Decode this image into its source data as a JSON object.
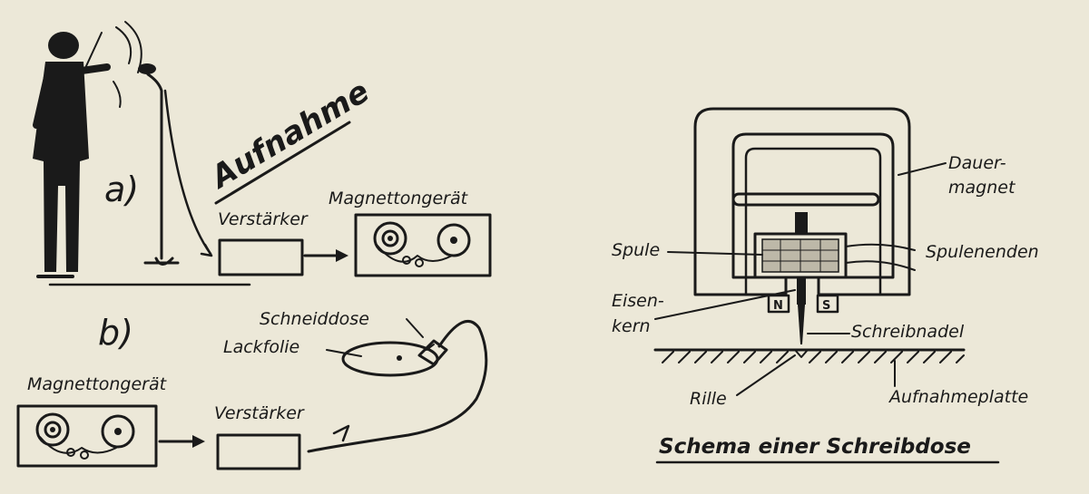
{
  "left": {
    "title": "Aufnahme",
    "part_a": {
      "marker": "a)",
      "amplifier_label": "Verstärker",
      "recorder_label": "Magnettongerät"
    },
    "part_b": {
      "marker": "b)",
      "cutter_label": "Schneiddose",
      "disc_label": "Lackfolie",
      "recorder_label": "Magnettongerät",
      "amplifier_label": "Verstärker"
    }
  },
  "right": {
    "title": "Schema einer Schreibdose",
    "labels": {
      "magnet_line1": "Dauer-",
      "magnet_line2": "magnet",
      "coil": "Spule",
      "coil_ends": "Spulenenden",
      "core_line1": "Eisen-",
      "core_line2": "kern",
      "pole_n": "N",
      "pole_s": "S",
      "stylus": "Schreibnadel",
      "groove": "Rille",
      "plate": "Aufnahmeplatte"
    }
  },
  "colors": {
    "paper": "#ece8d8",
    "ink": "#1a1a1a"
  }
}
